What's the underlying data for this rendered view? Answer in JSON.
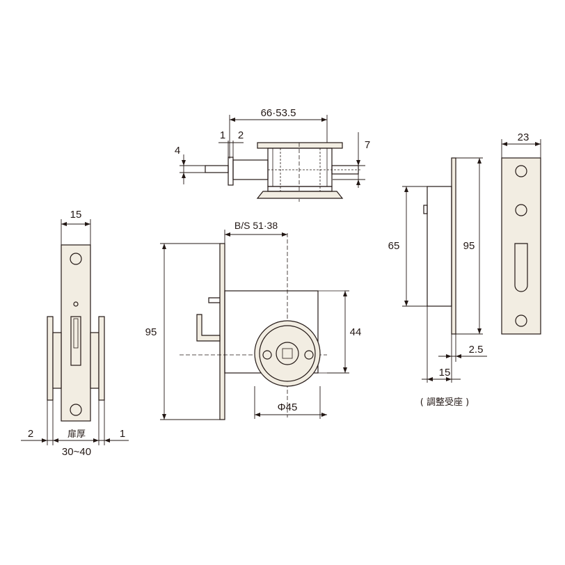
{
  "dimensions": {
    "top_width": "66·53.5",
    "top_1": "1",
    "top_2": "2",
    "top_4": "4",
    "top_7": "7",
    "left_width": "15",
    "left_2": "2",
    "left_1": "1",
    "door_thickness_label": "扉厚",
    "door_thickness_range": "30~40",
    "backset": "B/S 51·38",
    "front_height": "95",
    "body_height": "44",
    "rose_diameter": "Φ45",
    "strike_height_65": "65",
    "strike_height_95": "95",
    "strike_width": "23",
    "strike_2_5": "2.5",
    "strike_15": "15"
  },
  "captions": {
    "strike_caption": "( 調整受座 )"
  }
}
